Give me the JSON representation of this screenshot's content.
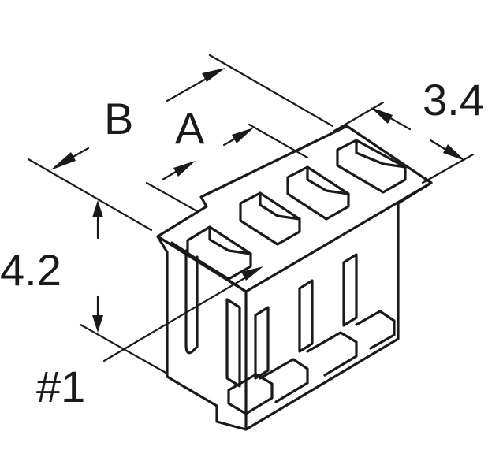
{
  "labels": {
    "dim_b": "B",
    "dim_a": "A",
    "dim_width": "3.4",
    "dim_height": "4.2",
    "pin_one": "#1"
  },
  "colors": {
    "ink": "#1a1a1a",
    "background": "#ffffff"
  }
}
